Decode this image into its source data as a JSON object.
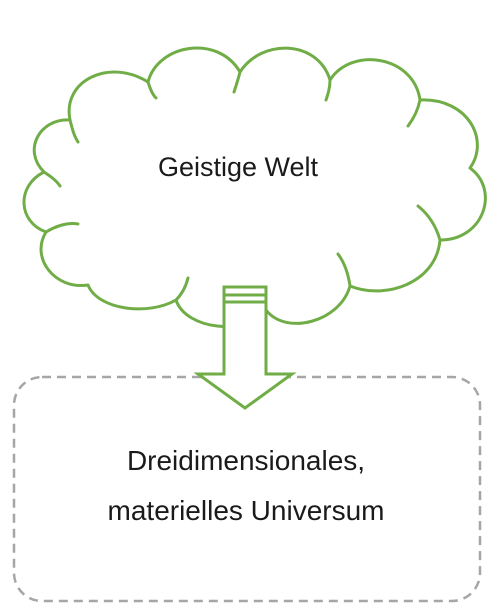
{
  "diagram": {
    "cloud_label": "Geistige Welt",
    "box_label_line1": "Dreidimensionales,",
    "box_label_line2": "materielles Universum"
  },
  "colors": {
    "cloud_stroke": "#70ad47",
    "arrow_stroke": "#70ad47",
    "box_stroke": "#a6a6a6",
    "text": "#1a1a1a",
    "background": "#ffffff"
  }
}
